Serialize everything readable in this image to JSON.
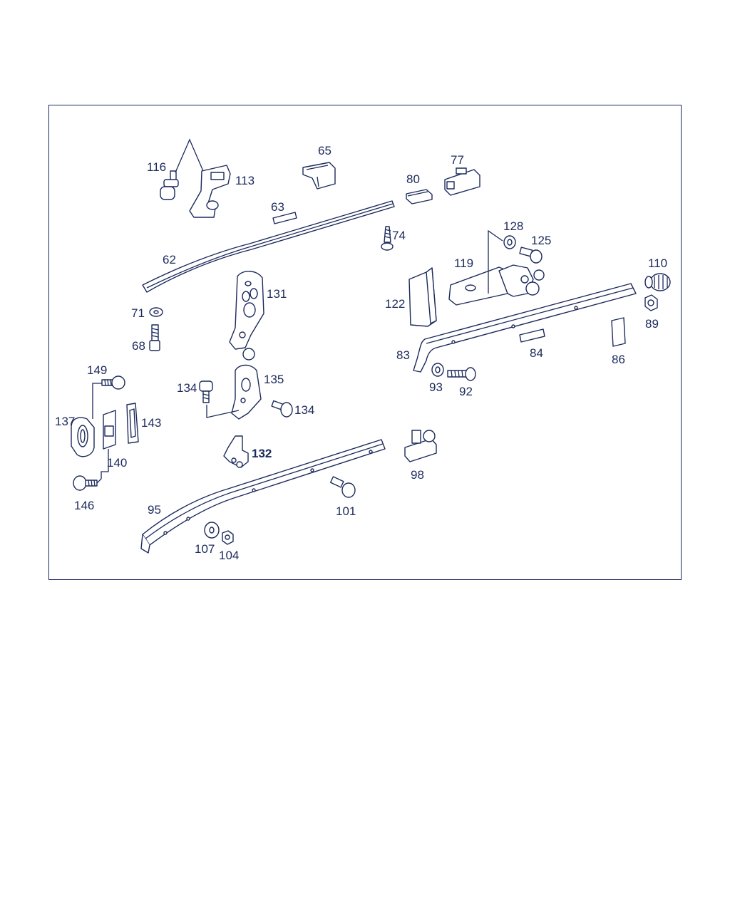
{
  "callouts": {
    "c62": "62",
    "c63": "63",
    "c65": "65",
    "c68": "68",
    "c71": "71",
    "c74": "74",
    "c77": "77",
    "c80": "80",
    "c83": "83",
    "c84": "84",
    "c86": "86",
    "c89": "89",
    "c92": "92",
    "c93": "93",
    "c95": "95",
    "c98": "98",
    "c101": "101",
    "c104": "104",
    "c107": "107",
    "c110": "110",
    "c113": "113",
    "c116": "116",
    "c119": "119",
    "c122": "122",
    "c125": "125",
    "c128": "128",
    "c131": "131",
    "c132": "132",
    "c134a": "134",
    "c134b": "134",
    "c135": "135",
    "c137": "137",
    "c140": "140",
    "c143": "143",
    "c146": "146",
    "c149": "149"
  },
  "colors": {
    "line": "#1c2a5c",
    "background": "#ffffff"
  }
}
